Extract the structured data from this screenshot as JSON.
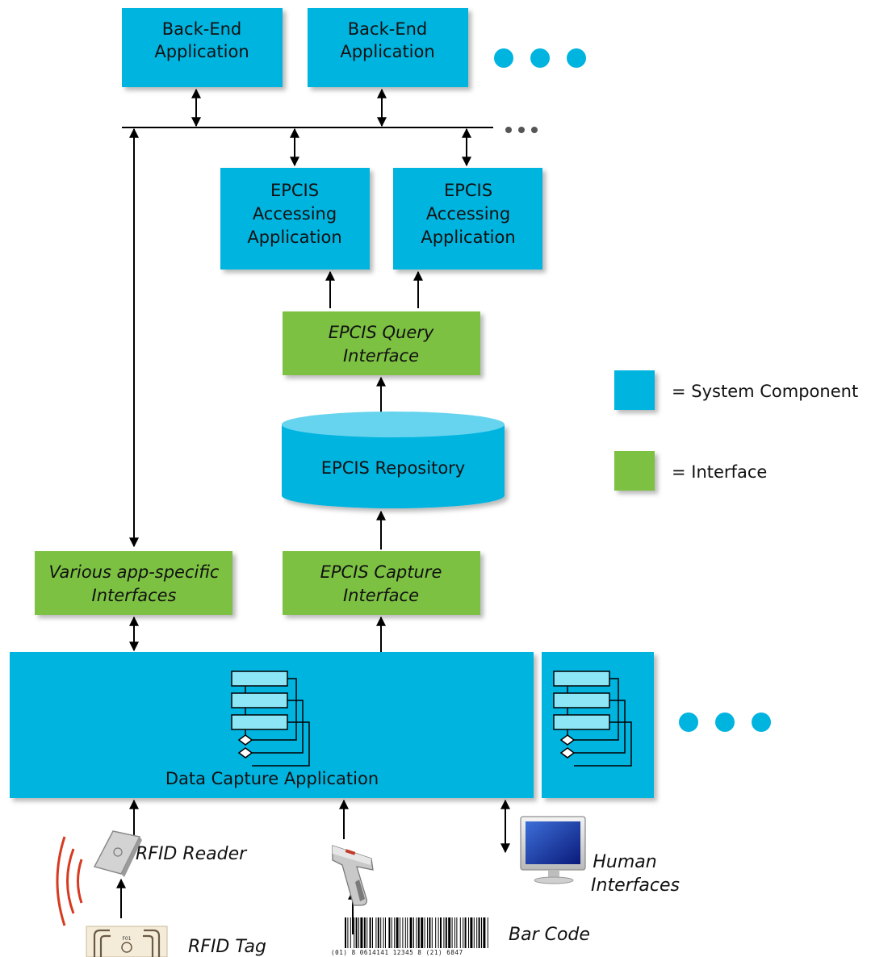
{
  "colors": {
    "system_component": "#00b4e0",
    "interface": "#7cc143",
    "repository_top": "#66d4ee",
    "dots": "#00b4e0",
    "dark_dots": "#555555",
    "flow_box": "#8de6f6",
    "rfid_waves": "#d63a20"
  },
  "backend": {
    "app1": {
      "line1": "Back-End",
      "line2": "Application"
    },
    "app2": {
      "line1": "Back-End",
      "line2": "Application"
    }
  },
  "epcis_access": {
    "app1": {
      "line1": "EPCIS",
      "line2": "Accessing",
      "line3": "Application"
    },
    "app2": {
      "line1": "EPCIS",
      "line2": "Accessing",
      "line3": "Application"
    }
  },
  "query_interface": {
    "line1": "EPCIS Query",
    "line2": "Interface"
  },
  "repository": {
    "label": "EPCIS Repository"
  },
  "capture_interface": {
    "line1": "EPCIS Capture",
    "line2": "Interface"
  },
  "various_interfaces": {
    "line1": "Various app-specific",
    "line2": "Interfaces"
  },
  "data_capture": {
    "label": "Data Capture Application"
  },
  "legend": {
    "system_component": "= System Component",
    "interface": "= Interface"
  },
  "devices": {
    "rfid_reader": "RFID Reader",
    "rfid_tag": "RFID Tag",
    "bar_code": "Bar Code",
    "human_line1": "Human",
    "human_line2": "Interfaces",
    "barcode_digits": "(01) 8 0614141 12345 8 (21) 6847",
    "tag_mark": "F01"
  }
}
